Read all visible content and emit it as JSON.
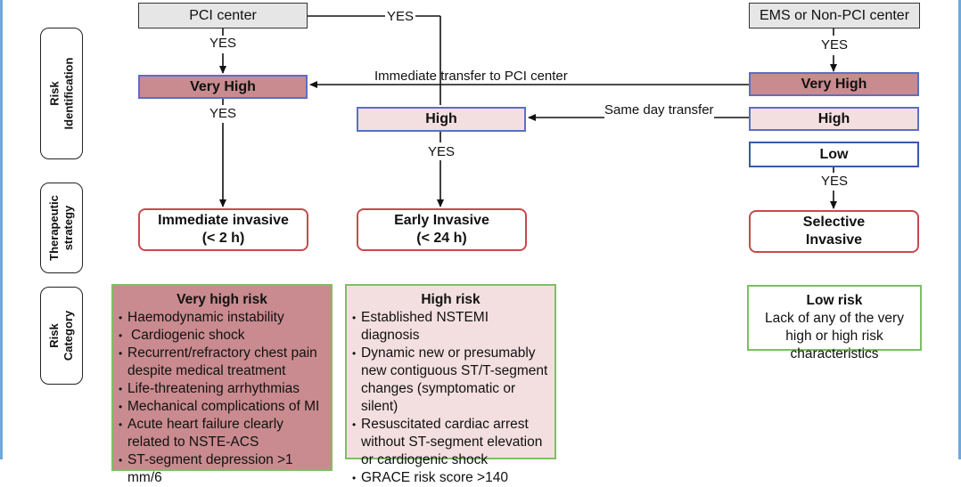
{
  "top_boxes": {
    "pci_center": "PCI center",
    "ems_center": "EMS or Non-PCI center"
  },
  "flow_labels": {
    "yes": "YES",
    "immediate_transfer": "Immediate transfer to PCI center",
    "same_day_transfer": "Same day transfer"
  },
  "side_labels": {
    "risk_identification": [
      "Risk",
      "Identification"
    ],
    "therapeutic_strategy": [
      "Therapeutic",
      "strategy"
    ],
    "risk_category": [
      "Risk",
      "Category"
    ]
  },
  "risk_boxes": {
    "very_high": "Very High",
    "high": "High",
    "low": "Low"
  },
  "strategies": {
    "immediate": [
      "Immediate invasive",
      "(< 2 h)"
    ],
    "early": [
      "Early Invasive",
      "(< 24 h)"
    ],
    "selective": [
      "Selective",
      "Invasive"
    ]
  },
  "categories": {
    "very_high": {
      "title": "Very high risk",
      "items": [
        "Haemodynamic instability",
        "Cardiogenic shock",
        "Recurrent/refractory chest pain despite medical treatment",
        "Life-threatening arrhythmias",
        "Mechanical complications of MI",
        "Acute heart failure clearly related to NSTE-ACS",
        "ST-segment depression >1 mm/6"
      ]
    },
    "high": {
      "title": "High risk",
      "items": [
        "Established NSTEMI diagnosis",
        "Dynamic new or presumably new contiguous ST/T-segment changes (symptomatic or silent)",
        "Resuscitated cardiac arrest without ST-segment elevation or cardiogenic shock",
        "GRACE risk score >140"
      ]
    },
    "low": {
      "title": "Low risk",
      "text": "Lack of any of the very high or high risk characteristics"
    }
  },
  "colors": {
    "very_high_fill": "#c98b8f",
    "high_fill": "#f4dfe0",
    "risk_border": "#5b6fc4",
    "strategy_border": "#c64a4f",
    "category_border": "#7dbf63",
    "frame": "#6ea8dc"
  }
}
